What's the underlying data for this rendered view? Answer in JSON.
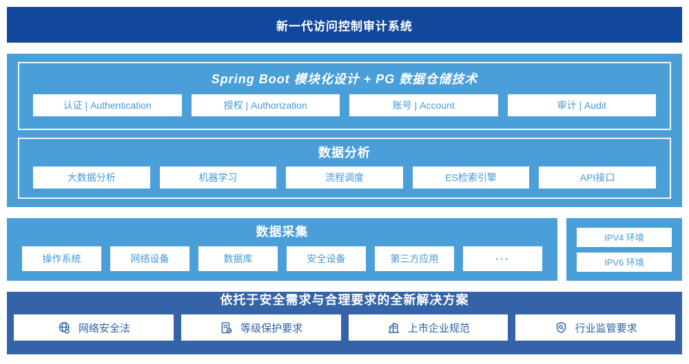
{
  "colors": {
    "banner_bg": "#12489C",
    "panel_bg": "#4A9FD9",
    "bottom_bg": "#3563A8",
    "panel_text": "#4498D8",
    "bottom_text": "#2D5FA6"
  },
  "banner": {
    "title": "新一代访问控制审计系统"
  },
  "architecture": {
    "framework": {
      "title": "Spring Boot 模块化设计 + PG 数据仓储技术",
      "modules": [
        "认证 | Authentication",
        "授权 | Authorization",
        "账号 | Account",
        "审计 | Audit"
      ]
    },
    "analysis": {
      "title": "数据分析",
      "modules": [
        "大数据分析",
        "机器学习",
        "流程调度",
        "ES检索引擎",
        "API接口"
      ]
    }
  },
  "collection": {
    "title": "数据采集",
    "sources": [
      "操作系统",
      "网络设备",
      "数据库",
      "安全设备",
      "第三方应用",
      "···"
    ]
  },
  "environments": [
    "IPV4 环境",
    "IPV6 环境"
  ],
  "solution": {
    "title": "依托于安全需求与合理要求的全新解决方案",
    "items": [
      {
        "icon": "globe-icon",
        "label": "网络安全法"
      },
      {
        "icon": "document-check-icon",
        "label": "等级保护要求"
      },
      {
        "icon": "buildings-icon",
        "label": "上市企业规范"
      },
      {
        "icon": "shield-search-icon",
        "label": "行业监管要求"
      }
    ]
  }
}
